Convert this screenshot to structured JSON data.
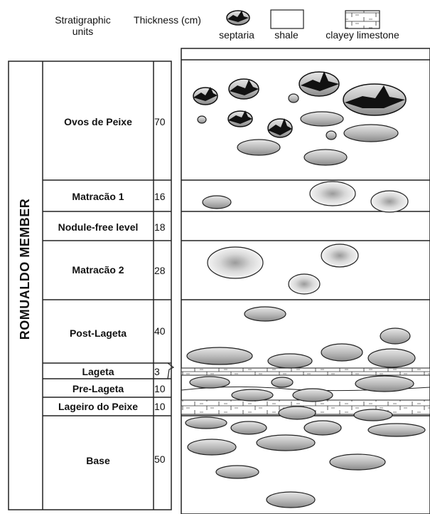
{
  "headers": {
    "units": "Stratigraphic units",
    "thickness": "Thickness (cm)"
  },
  "legend": {
    "septaria": "septaria",
    "shale": "shale",
    "clayey_limestone": "clayey limestone"
  },
  "member": "ROMUALDO MEMBER",
  "units": [
    {
      "name": "Ovos de Peixe",
      "thickness": "70"
    },
    {
      "name": "Matracão 1",
      "thickness": "16"
    },
    {
      "name": "Nodule-free level",
      "thickness": "18"
    },
    {
      "name": "Matracão 2",
      "thickness": "28"
    },
    {
      "name": "Post-Lageta",
      "thickness": "40"
    },
    {
      "name": "Lageta",
      "thickness": "3"
    },
    {
      "name": "Pre-Lageta",
      "thickness": "10"
    },
    {
      "name": "Lageiro do Peixe",
      "thickness": "10"
    },
    {
      "name": "Base",
      "thickness": "50"
    }
  ]
}
